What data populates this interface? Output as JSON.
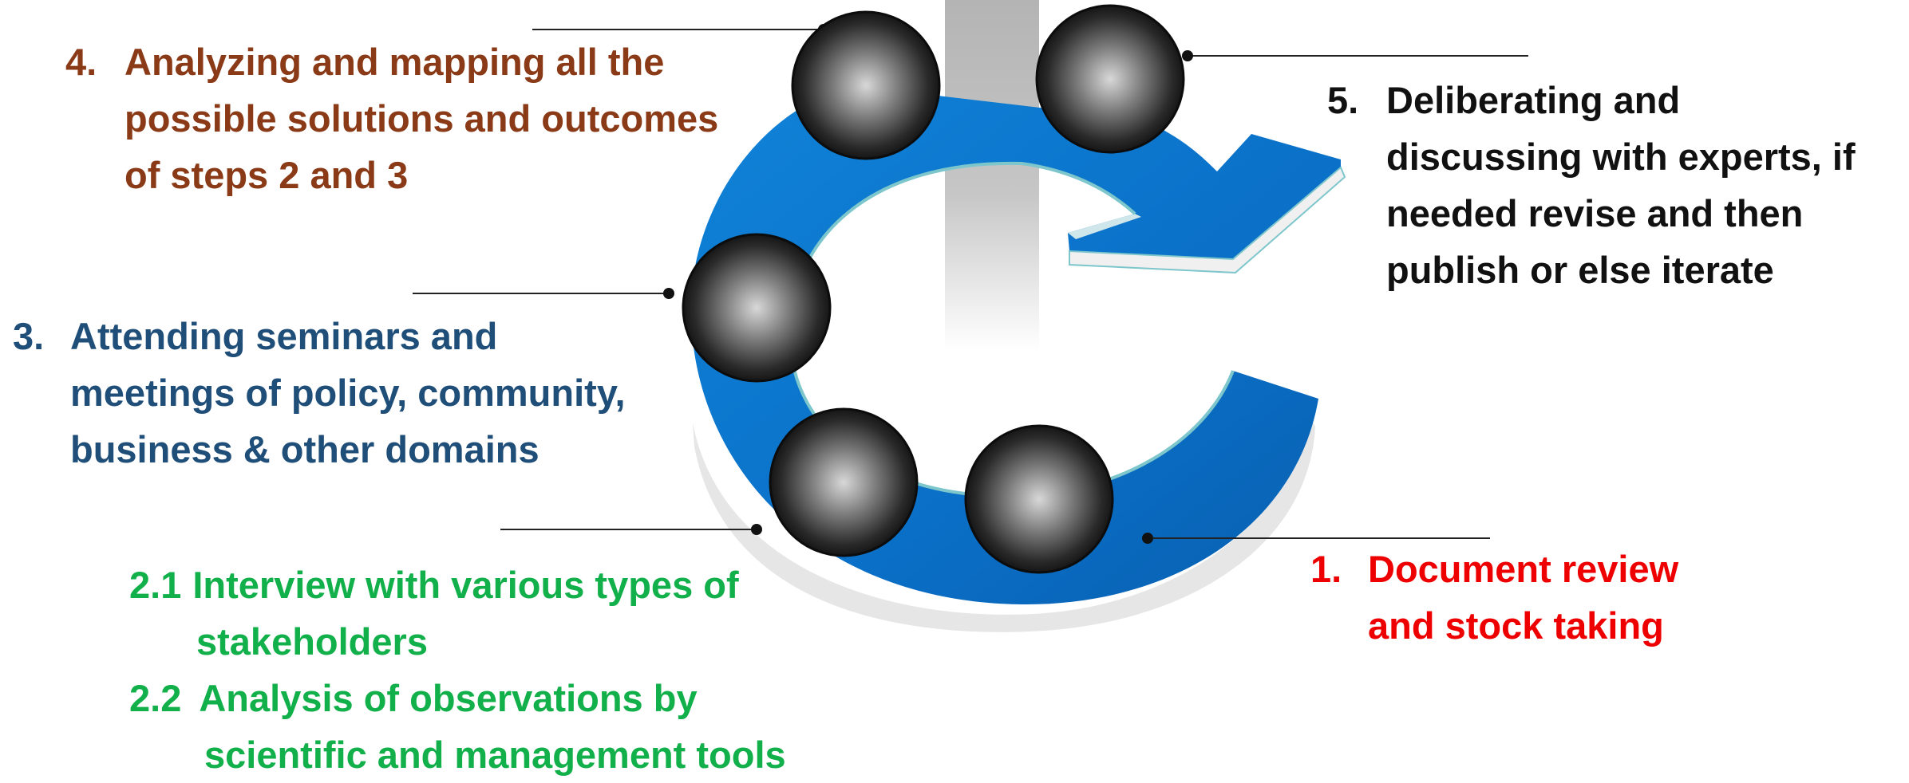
{
  "diagram": {
    "steps": [
      {
        "id": "step-4",
        "number": "4.",
        "lines": [
          "Analyzing and mapping all the",
          "possible solutions and outcomes",
          "of steps 2 and 3"
        ],
        "color": "#8a3a16"
      },
      {
        "id": "step-5",
        "number": "5.",
        "lines": [
          "Deliberating and",
          "discussing with experts, if",
          "needed revise and then",
          "publish or else iterate"
        ],
        "color": "#111111"
      },
      {
        "id": "step-3",
        "number": "3.",
        "lines": [
          "Attending seminars and",
          "meetings of  policy, community,",
          "business  & other domains"
        ],
        "color": "#1f4e79"
      },
      {
        "id": "step-1",
        "number": "1.",
        "lines": [
          "Document review",
          "and stock taking"
        ],
        "color": "#ee0000"
      }
    ],
    "step_2": {
      "color": "#12b04a",
      "items": [
        {
          "number": "2.1",
          "lines": [
            "Interview with various types of",
            "stakeholders"
          ]
        },
        {
          "number": "2.2",
          "lines": [
            "Analysis of observations by",
            "scientific and management tools"
          ]
        }
      ]
    },
    "colors": {
      "arrow_blue": "#0a6fc7",
      "arrow_dark": "#074f93",
      "arrow_edge": "#7dc6cc",
      "pillar_grey": "#b8b8b8",
      "sphere_dark": "#1c1c1c",
      "leader_line": "#222222"
    }
  }
}
